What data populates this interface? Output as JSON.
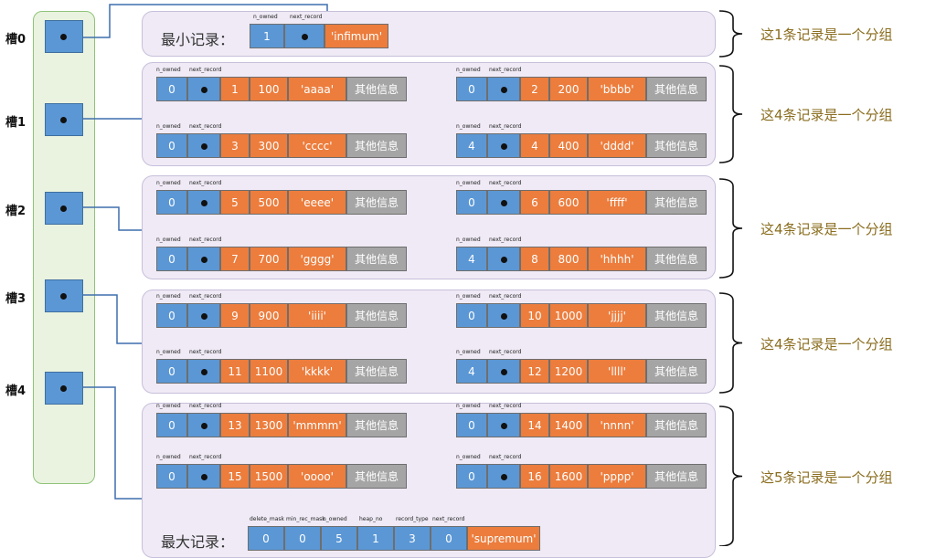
{
  "slots": [
    {
      "label": "槽0"
    },
    {
      "label": "槽1"
    },
    {
      "label": "槽2"
    },
    {
      "label": "槽3"
    },
    {
      "label": "槽4"
    }
  ],
  "field_labels": {
    "n_owned": "n_owned",
    "next_record": "next_record",
    "delete_mask": "delete_mask",
    "min_rec_mask": "min_rec_mask",
    "heap_no": "heap_no",
    "record_type": "record_type"
  },
  "infimum": {
    "name": "最小记录：",
    "n_owned": "1",
    "value": "'infimum'"
  },
  "supremum": {
    "name": "最大记录：",
    "fields": [
      "0",
      "0",
      "5",
      "1",
      "3",
      "0"
    ],
    "value": "'supremum'"
  },
  "other_info": "其他信息",
  "records": [
    {
      "n_owned": "0",
      "id": "1",
      "num": "100",
      "str": "'aaaa'"
    },
    {
      "n_owned": "0",
      "id": "2",
      "num": "200",
      "str": "'bbbb'"
    },
    {
      "n_owned": "0",
      "id": "3",
      "num": "300",
      "str": "'cccc'"
    },
    {
      "n_owned": "4",
      "id": "4",
      "num": "400",
      "str": "'dddd'"
    },
    {
      "n_owned": "0",
      "id": "5",
      "num": "500",
      "str": "'eeee'"
    },
    {
      "n_owned": "0",
      "id": "6",
      "num": "600",
      "str": "'ffff'"
    },
    {
      "n_owned": "0",
      "id": "7",
      "num": "700",
      "str": "'gggg'"
    },
    {
      "n_owned": "4",
      "id": "8",
      "num": "800",
      "str": "'hhhh'"
    },
    {
      "n_owned": "0",
      "id": "9",
      "num": "900",
      "str": "'iiii'"
    },
    {
      "n_owned": "0",
      "id": "10",
      "num": "1000",
      "str": "'jjjj'"
    },
    {
      "n_owned": "0",
      "id": "11",
      "num": "1100",
      "str": "'kkkk'"
    },
    {
      "n_owned": "4",
      "id": "12",
      "num": "1200",
      "str": "'llll'"
    },
    {
      "n_owned": "0",
      "id": "13",
      "num": "1300",
      "str": "'mmmm'"
    },
    {
      "n_owned": "0",
      "id": "14",
      "num": "1400",
      "str": "'nnnn'"
    },
    {
      "n_owned": "0",
      "id": "15",
      "num": "1500",
      "str": "'oooo'"
    },
    {
      "n_owned": "0",
      "id": "16",
      "num": "1600",
      "str": "'pppp'"
    }
  ],
  "annotations": [
    "这1条记录是一个分组",
    "这4条记录是一个分组",
    "这4条记录是一个分组",
    "这4条记录是一个分组",
    "这5条记录是一个分组"
  ],
  "colors": {
    "slot_blue": "#5b97d5",
    "record_orange": "#ec7d3d",
    "info_gray": "#a5a5a5",
    "panel_green": "#eaf3df",
    "group_purple": "#efeaf5",
    "annotation_text": "#8a6d1e"
  }
}
